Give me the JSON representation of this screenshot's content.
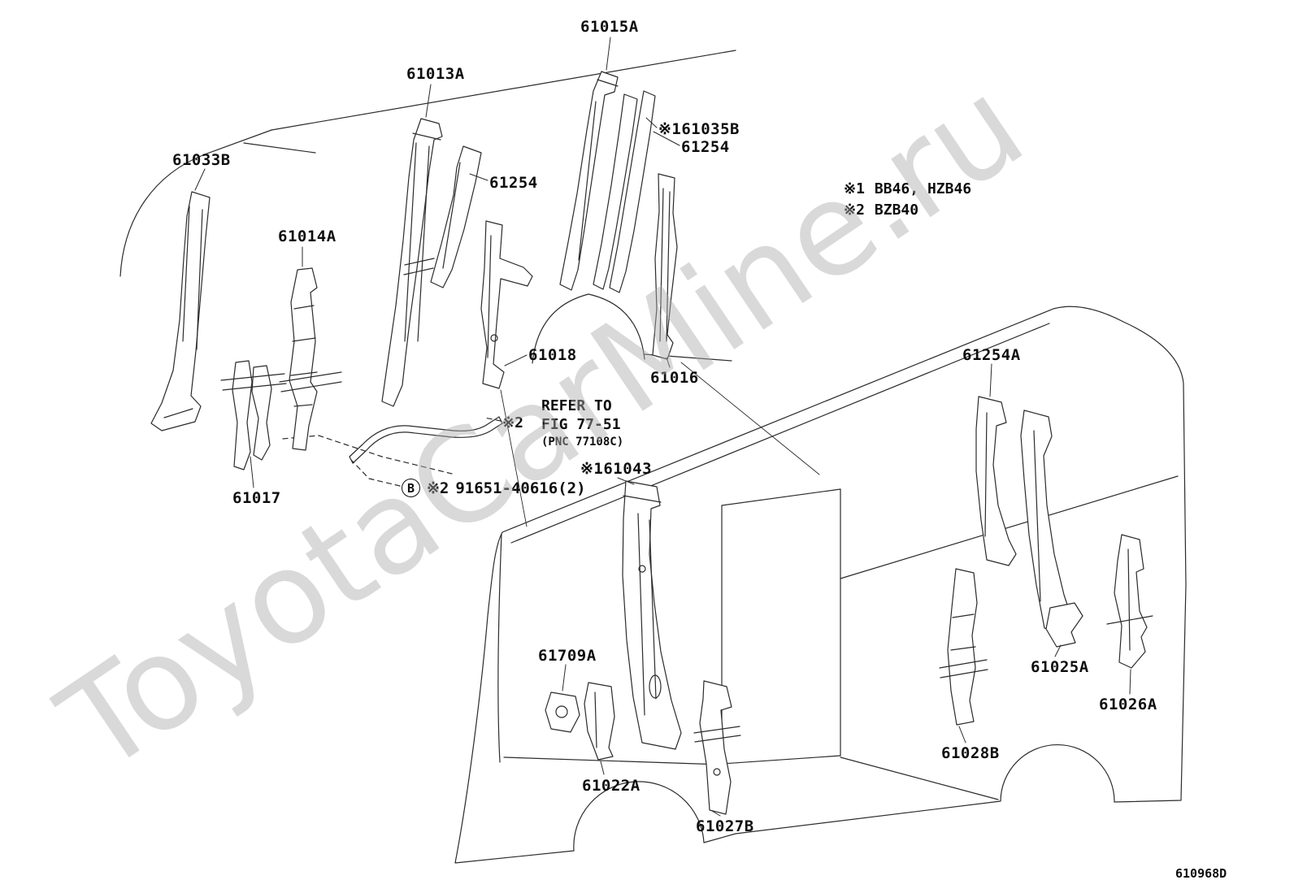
{
  "diagram": {
    "drawing_number": "610968D",
    "watermark": "ToyotaCarMine.ru"
  },
  "legend": {
    "items": [
      {
        "symbol": "※1",
        "text": "BB46, HZB46"
      },
      {
        "symbol": "※2",
        "text": "BZB40"
      }
    ]
  },
  "refer_note": {
    "marker": "※2",
    "line1": "REFER TO",
    "line2": "FIG 77-51",
    "line3": "(PNC 77108C)"
  },
  "fastener": {
    "marker": "B",
    "prefix": "※2",
    "part_number": "91651-40616(2)"
  },
  "labels": {
    "p61015a": "61015A",
    "p61013a": "61013A",
    "p61035b": "※161035B",
    "p61254_upper": "61254",
    "p61033b": "61033B",
    "p61254_mid": "61254",
    "p61014a": "61014A",
    "p61018": "61018",
    "p61254a": "61254A",
    "p61016": "61016",
    "p61043": "※161043",
    "p61017": "61017",
    "p61709a": "61709A",
    "p61025a": "61025A",
    "p61026a": "61026A",
    "p61028b": "61028B",
    "p61022a": "61022A",
    "p61027b": "61027B"
  }
}
